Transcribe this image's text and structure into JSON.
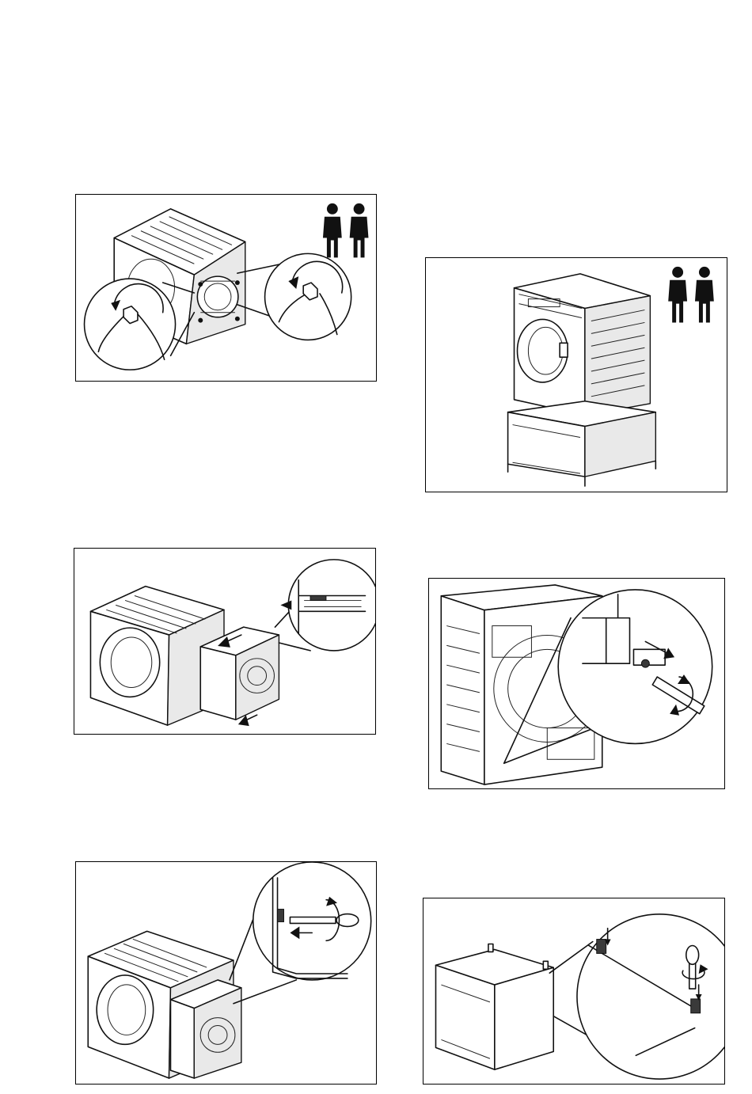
{
  "figures": [
    {
      "id": "remove-transit-bolts",
      "icons": [
        "two-person-lift-icon",
        "wrench-icon"
      ]
    },
    {
      "id": "washer-on-pedestal",
      "icons": [
        "two-person-lift-icon"
      ]
    },
    {
      "id": "remove-rear-panel",
      "icons": [
        "arrow-icon"
      ]
    },
    {
      "id": "unscrew-rear-bracket",
      "icons": [
        "screwdriver-icon",
        "rotate-icon"
      ]
    },
    {
      "id": "unscrew-back-panel",
      "icons": [
        "screwdriver-icon",
        "rotate-icon"
      ]
    },
    {
      "id": "fit-pedestal-brackets",
      "icons": [
        "screwdriver-icon",
        "rotate-icon"
      ]
    }
  ],
  "colors": {
    "line": "#111111",
    "background": "#ffffff",
    "shade": "#e9e9e9"
  }
}
